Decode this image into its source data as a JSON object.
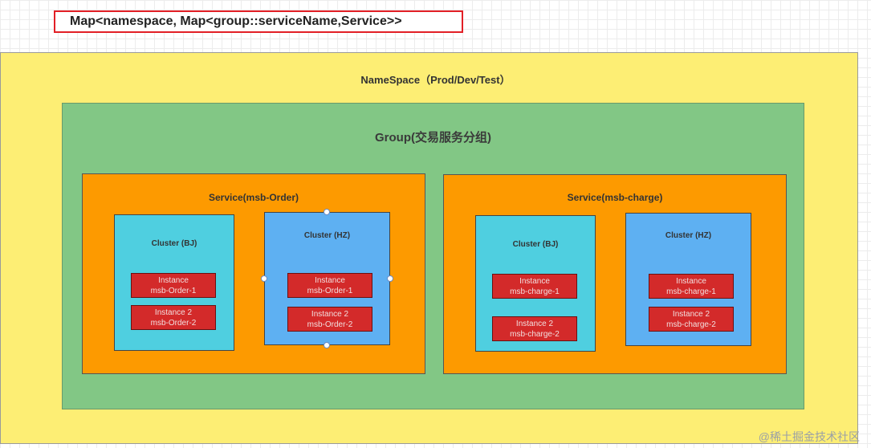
{
  "title": "Map<namespace, Map<group::serviceName,Service>>",
  "namespace_label": "NameSpace（Prod/Dev/Test）",
  "group_label": "Group(交易服务分组)",
  "services": [
    {
      "label": "Service(msb-Order)",
      "clusters": [
        {
          "label": "Cluster (BJ)",
          "instances": [
            {
              "line1": "Instance",
              "line2": "msb-Order-1"
            },
            {
              "line1": "Instance 2",
              "line2": "msb-Order-2"
            }
          ]
        },
        {
          "label": "Cluster (HZ)",
          "instances": [
            {
              "line1": "Instance",
              "line2": "msb-Order-1"
            },
            {
              "line1": "Instance 2",
              "line2": "msb-Order-2"
            }
          ]
        }
      ]
    },
    {
      "label": "Service(msb-charge)",
      "clusters": [
        {
          "label": "Cluster (BJ)",
          "instances": [
            {
              "line1": "Instance",
              "line2": "msb-charge-1"
            },
            {
              "line1": "Instance 2",
              "line2": "msb-charge-2"
            }
          ]
        },
        {
          "label": "Cluster (HZ)",
          "instances": [
            {
              "line1": "Instance",
              "line2": "msb-charge-1"
            },
            {
              "line1": "Instance 2",
              "line2": "msb-charge-2"
            }
          ]
        }
      ]
    }
  ],
  "colors": {
    "namespace": "#fdee74",
    "group": "#82c785",
    "service": "#fd9a00",
    "cluster_bj": "#4fcfe0",
    "cluster_hz": "#5eb0f2",
    "instance": "#d32a2a",
    "title_border": "#e21f26"
  },
  "watermark": "@稀土掘金技术社区"
}
